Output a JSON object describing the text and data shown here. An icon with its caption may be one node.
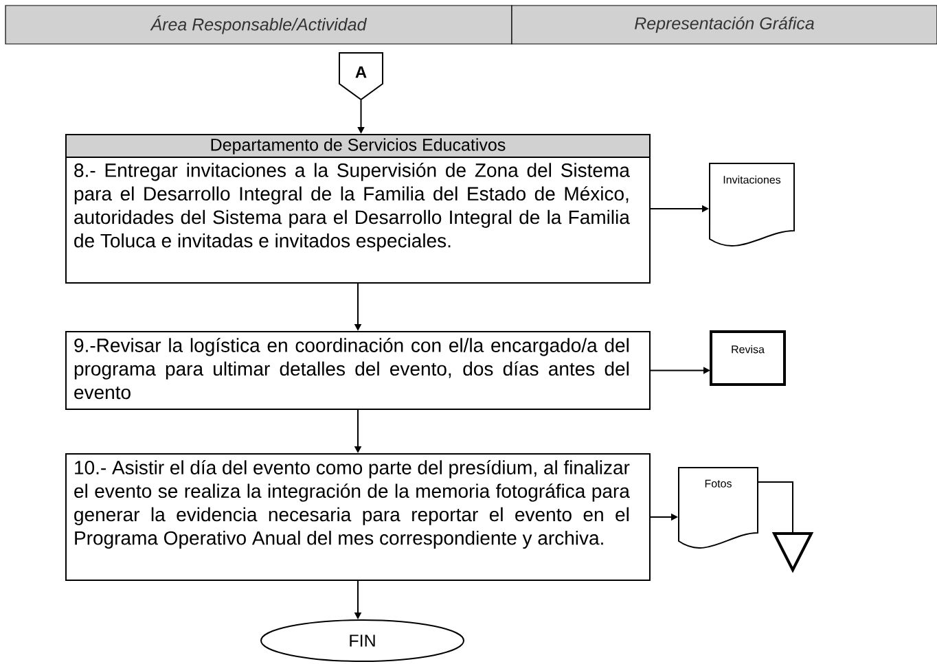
{
  "diagram": {
    "nodes": [
      {
        "text": [
          "A"
        ]
      },
      {
        "text": [
          "Departamento de Servicios Educativos",
          "8.- Entregar invitaciones a la Supervisión de Zona del Sistema para el Desarrollo Integral de la Familia del Estado de México, autoridades del Sistema para el Desarrollo Integral de la Familia de Toluca e invitadas e invitados especiales."
        ]
      },
      {
        "text": [
          "Invitaciones"
        ]
      },
      {
        "text": [
          "9.-Revisar la logística en coordinación con el/la encargado/a del programa para ultimar detalles del evento, dos días antes del evento"
        ]
      },
      {
        "text": [
          "Revisa"
        ]
      },
      {
        "text": [
          "10.- Asistir el día del evento como parte del presídium, al finalizar el evento se realiza la integración de la memoria fotográfica para generar la evidencia necesaria para reportar el evento en el Programa Operativo Anual del mes correspondiente y archiva."
        ]
      },
      {
        "text": [
          "Fotos"
        ]
      },
      {
        "text": [],
        "shape": "triangle"
      },
      {
        "text": [
          "FIN"
        ]
      }
    ],
    "edges": [
      {
        "from": 0,
        "to": 1,
        "arrow": "to"
      },
      {
        "from": 1,
        "to": 2,
        "arrow": "to"
      },
      {
        "from": 1,
        "to": 3,
        "arrow": "to"
      },
      {
        "from": 3,
        "to": 4,
        "arrow": "to"
      },
      {
        "from": 3,
        "to": 5,
        "arrow": "to"
      },
      {
        "from": 5,
        "to": 6,
        "arrow": "to"
      },
      {
        "from": 6,
        "to": 7,
        "arrow": "none"
      },
      {
        "from": 5,
        "to": 8,
        "arrow": "to"
      }
    ],
    "labels": [
      "Área Responsable/Actividad",
      "Representación Gráfica"
    ]
  }
}
